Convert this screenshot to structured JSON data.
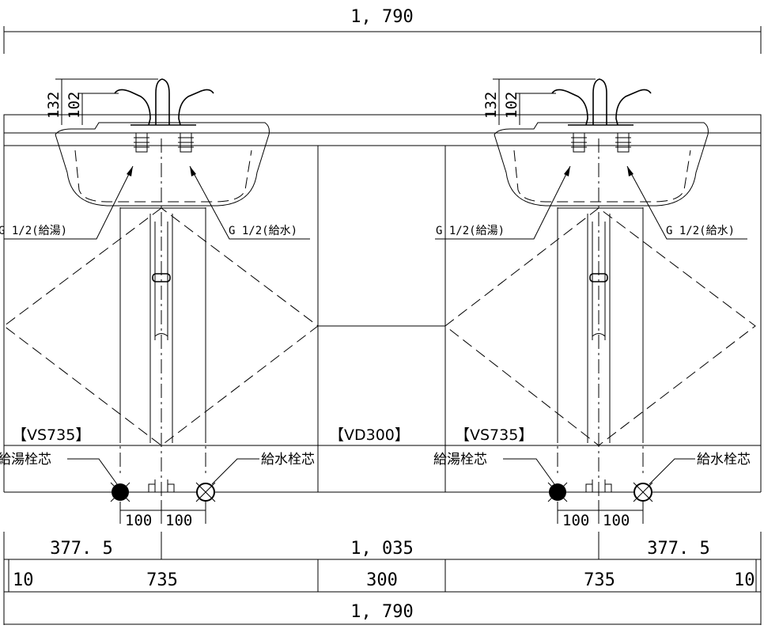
{
  "dimensions": {
    "top_total": "1, 790",
    "bottom_total": "1, 790",
    "row_left_offset": "377. 5",
    "row_center": "1, 035",
    "row_right_offset": "377. 5",
    "seg_left_edge": "10",
    "seg_left_cabinet": "735",
    "seg_center": "300",
    "seg_right_cabinet": "735",
    "seg_right_edge": "10",
    "faucet_height_outer": "132",
    "faucet_height_inner": "102",
    "pitch_a": "100",
    "pitch_b": "100"
  },
  "left_unit": {
    "model": "【VS735】",
    "hot_supply": "G 1/2(給湯)",
    "cold_supply": "G 1/2(給水)",
    "hot_valve": "給湯栓芯",
    "cold_valve": "給水栓芯"
  },
  "center_unit": {
    "model": "【VD300】"
  },
  "right_unit": {
    "model": "【VS735】",
    "hot_supply": "G 1/2(給湯)",
    "cold_supply": "G 1/2(給水)",
    "hot_valve": "給湯栓芯",
    "cold_valve": "給水栓芯"
  }
}
